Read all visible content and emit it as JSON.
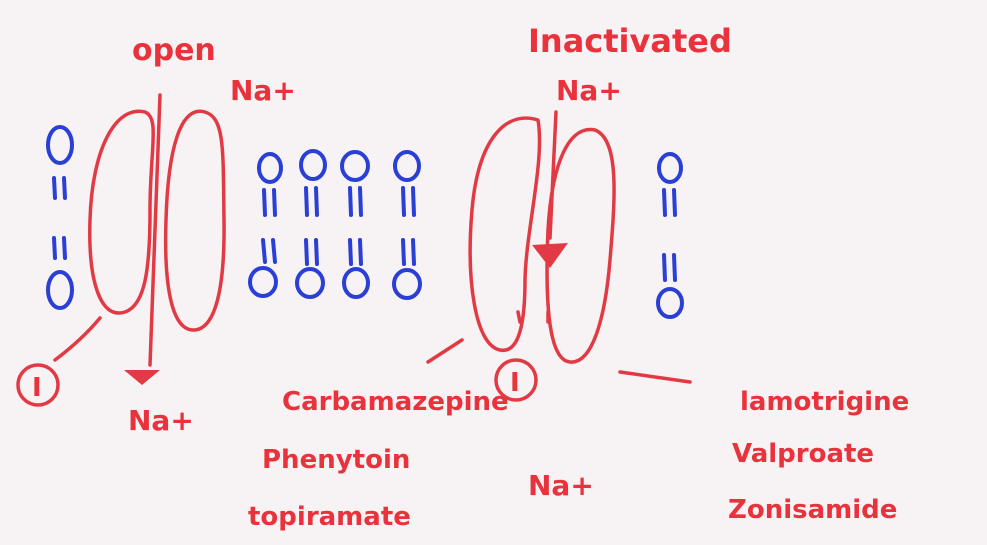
{
  "labels": {
    "open": "open",
    "inactivated": "Inactivated",
    "na_top_left": "Na+",
    "na_top_right": "Na+",
    "na_bottom_left": "Na+",
    "na_bottom_center": "Na+",
    "gate_left": "I",
    "gate_right": "I"
  },
  "drugs_left": [
    "Carbamazepine",
    "Phenytoin",
    "topiramate"
  ],
  "drugs_right": [
    "lamotrigine",
    "Valproate",
    "Zonisamide"
  ],
  "colors": {
    "ink_red": "#e8323c",
    "ink_blue": "#2a3fd6",
    "paper": "#f7f2f3"
  }
}
